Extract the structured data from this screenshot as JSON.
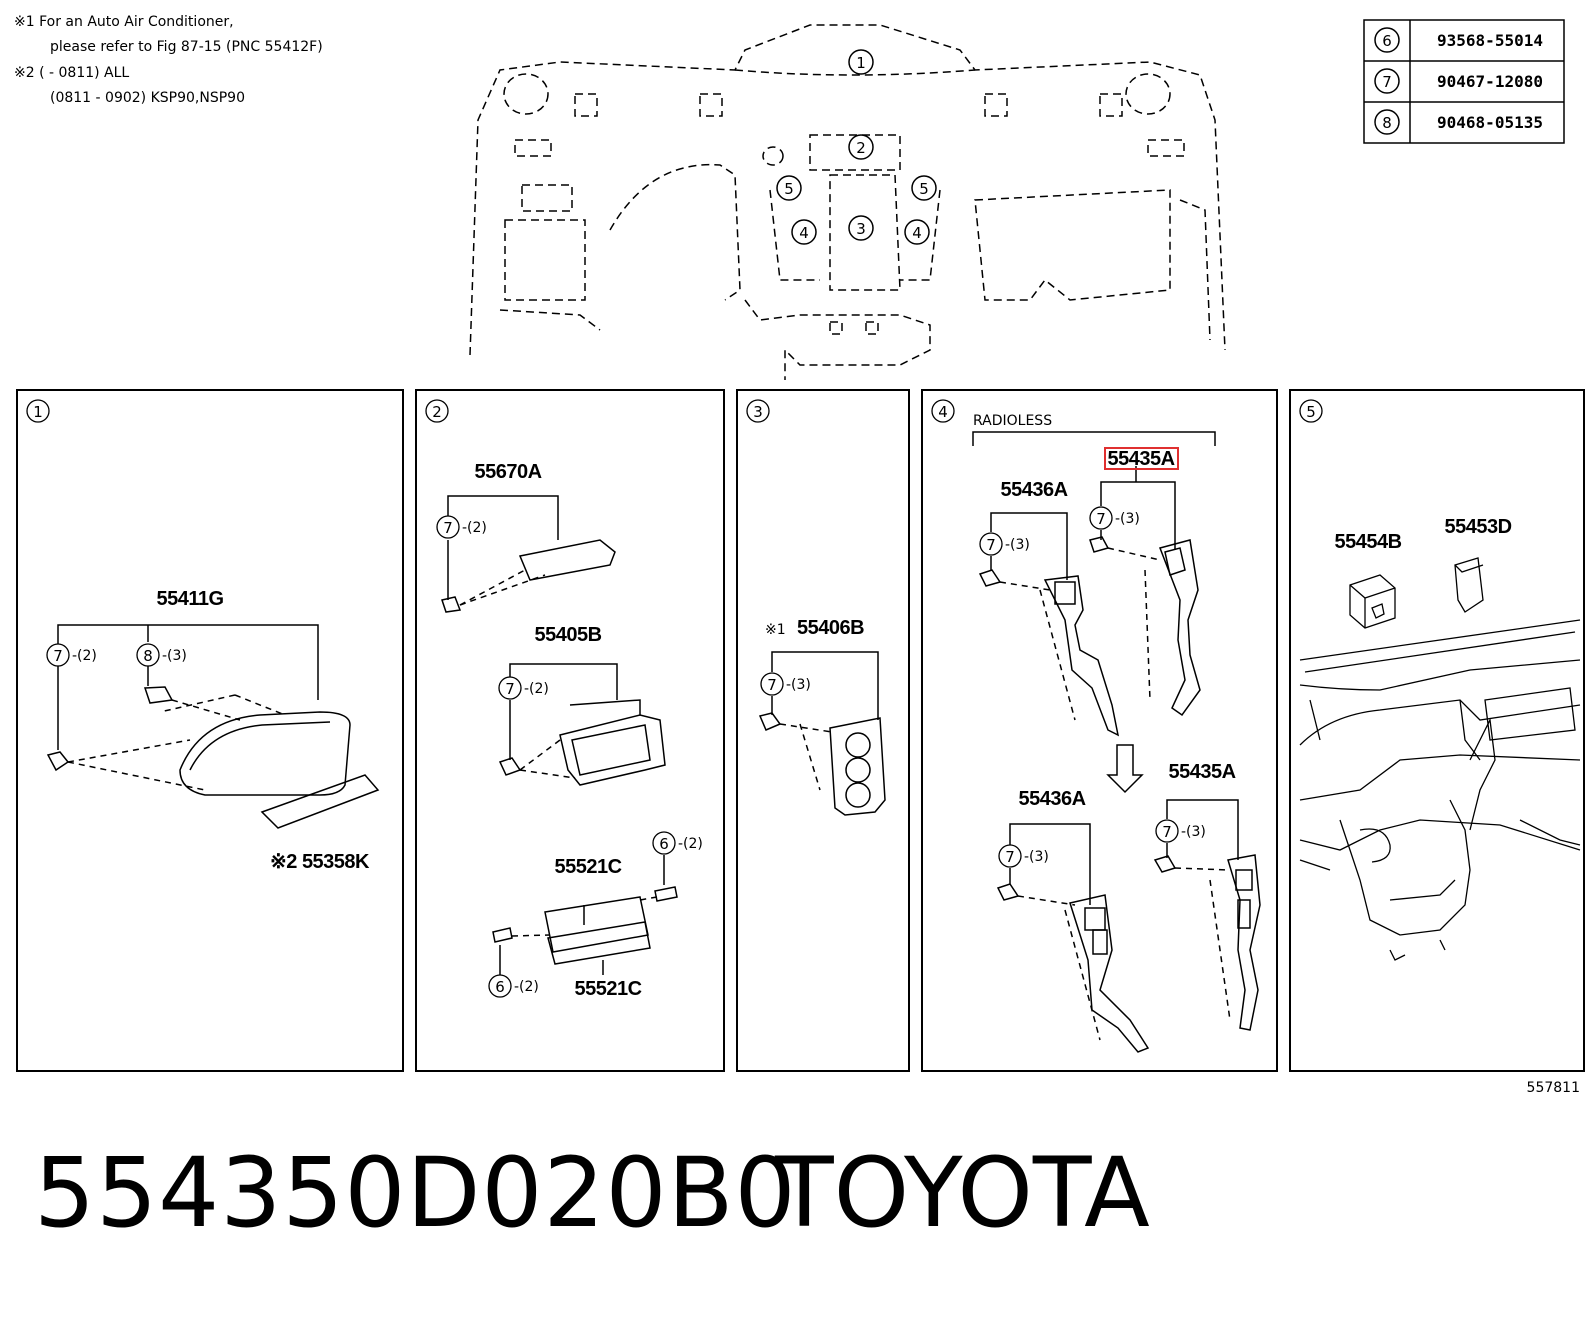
{
  "notes": {
    "line1": "※1 For an Auto Air Conditioner,",
    "line2": "please refer to Fig 87-15 (PNC 55412F)",
    "line3": "※2 (     - 0811) ALL",
    "line4": "(0811 - 0902) KSP90,NSP90"
  },
  "table": [
    {
      "ref": "6",
      "part": "93568-55014"
    },
    {
      "ref": "7",
      "part": "90467-12080"
    },
    {
      "ref": "8",
      "part": "90468-05135"
    }
  ],
  "overview_refs": [
    "1",
    "2",
    "3",
    "4",
    "5"
  ],
  "panels": {
    "p1": {
      "ref": "1",
      "part_main": "55411G",
      "clip7_qty": "-(2)",
      "clip8_qty": "-(3)",
      "part_sub": "※2 55358K"
    },
    "p2": {
      "ref": "2",
      "part_a": "55670A",
      "part_a_qty": "-(2)",
      "part_b": "55405B",
      "part_b_qty": "-(2)",
      "part_c_top": "55521C",
      "part_c_bottom": "55521C",
      "screw_top_qty": "-(2)",
      "screw_bottom_qty": "-(2)"
    },
    "p3": {
      "ref": "3",
      "part_mark": "※1",
      "part": "55406B",
      "qty": "-(3)"
    },
    "p4": {
      "ref": "4",
      "radioless": "RADIOLESS",
      "part_top_right": "55435A",
      "part_top_left": "55436A",
      "part_bottom_left": "55436A",
      "part_bottom_right": "55435A",
      "qty": "-(3)"
    },
    "p5": {
      "ref": "5",
      "part_a": "55454B",
      "part_b": "55453D"
    }
  },
  "figure_number": "557811",
  "footer": {
    "part_number": "554350D020B0",
    "brand": "TOYOTA"
  },
  "colors": {
    "highlight": "#e03030"
  }
}
